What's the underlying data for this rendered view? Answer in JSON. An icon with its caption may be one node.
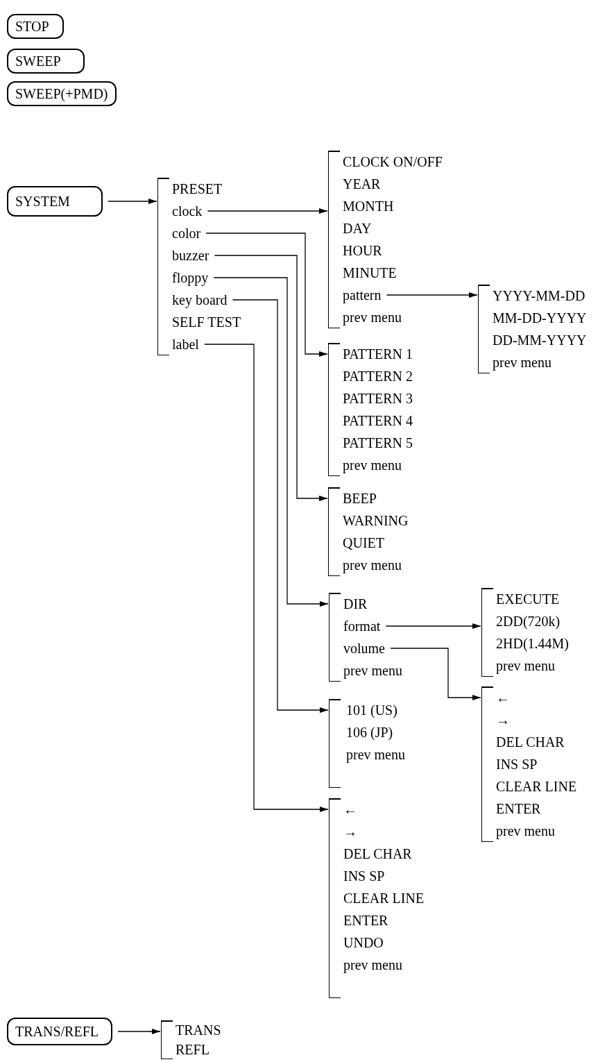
{
  "diagram": {
    "nodes": [
      {
        "text": [
          "STOP"
        ]
      },
      {
        "text": [
          "SWEEP"
        ]
      },
      {
        "text": [
          "SWEEP(+PMD)"
        ]
      },
      {
        "text": [
          "SYSTEM"
        ]
      },
      {
        "text": [],
        "shape": "bracket"
      },
      {
        "text": [
          "PRESET"
        ],
        "in": 4
      },
      {
        "text": [
          "clock"
        ],
        "in": 4
      },
      {
        "text": [
          "color"
        ],
        "in": 4
      },
      {
        "text": [
          "buzzer"
        ],
        "in": 4
      },
      {
        "text": [
          "floppy"
        ],
        "in": 4
      },
      {
        "text": [
          "key board"
        ],
        "in": 4
      },
      {
        "text": [
          "SELF TEST"
        ],
        "in": 4
      },
      {
        "text": [
          "label"
        ],
        "in": 4
      },
      {
        "text": [],
        "shape": "bracket"
      },
      {
        "text": [
          "CLOCK ON/OFF"
        ],
        "in": 13
      },
      {
        "text": [
          "YEAR"
        ],
        "in": 13
      },
      {
        "text": [
          "MONTH"
        ],
        "in": 13
      },
      {
        "text": [
          "DAY"
        ],
        "in": 13
      },
      {
        "text": [
          "HOUR"
        ],
        "in": 13
      },
      {
        "text": [
          "MINUTE"
        ],
        "in": 13
      },
      {
        "text": [
          "pattern"
        ],
        "in": 13
      },
      {
        "text": [
          "prev menu"
        ],
        "in": 13
      },
      {
        "text": [],
        "shape": "bracket"
      },
      {
        "text": [
          "YYYY-MM-DD"
        ],
        "in": 22
      },
      {
        "text": [
          "MM-DD-YYYY"
        ],
        "in": 22
      },
      {
        "text": [
          "DD-MM-YYYY"
        ],
        "in": 22
      },
      {
        "text": [
          "prev menu"
        ],
        "in": 22
      },
      {
        "text": [],
        "shape": "bracket"
      },
      {
        "text": [
          "PATTERN 1"
        ],
        "in": 27
      },
      {
        "text": [
          "PATTERN 2"
        ],
        "in": 27
      },
      {
        "text": [
          "PATTERN 3"
        ],
        "in": 27
      },
      {
        "text": [
          "PATTERN 4"
        ],
        "in": 27
      },
      {
        "text": [
          "PATTERN 5"
        ],
        "in": 27
      },
      {
        "text": [
          "prev menu"
        ],
        "in": 27
      },
      {
        "text": [],
        "shape": "bracket"
      },
      {
        "text": [
          "BEEP"
        ],
        "in": 34
      },
      {
        "text": [
          "WARNING"
        ],
        "in": 34
      },
      {
        "text": [
          "QUIET"
        ],
        "in": 34
      },
      {
        "text": [
          "prev menu"
        ],
        "in": 34
      },
      {
        "text": [],
        "shape": "bracket"
      },
      {
        "text": [
          "DIR"
        ],
        "in": 39
      },
      {
        "text": [
          "format"
        ],
        "in": 39
      },
      {
        "text": [
          "volume"
        ],
        "in": 39
      },
      {
        "text": [
          "prev menu"
        ],
        "in": 39
      },
      {
        "text": [],
        "shape": "bracket"
      },
      {
        "text": [
          "EXECUTE"
        ],
        "in": 44
      },
      {
        "text": [
          "2DD(720k)"
        ],
        "in": 44
      },
      {
        "text": [
          "2HD(1.44M)"
        ],
        "in": 44
      },
      {
        "text": [
          "prev menu"
        ],
        "in": 44
      },
      {
        "text": [],
        "shape": "bracket"
      },
      {
        "text": [
          "←"
        ],
        "in": 49
      },
      {
        "text": [
          "→"
        ],
        "in": 49
      },
      {
        "text": [
          "DEL CHAR"
        ],
        "in": 49
      },
      {
        "text": [
          "INS SP"
        ],
        "in": 49
      },
      {
        "text": [
          "CLEAR LINE"
        ],
        "in": 49
      },
      {
        "text": [
          "ENTER"
        ],
        "in": 49
      },
      {
        "text": [
          "prev menu"
        ],
        "in": 49
      },
      {
        "text": [],
        "shape": "bracket"
      },
      {
        "text": [
          "101 (US)"
        ],
        "in": 57
      },
      {
        "text": [
          "106 (JP)"
        ],
        "in": 57
      },
      {
        "text": [
          "prev menu"
        ],
        "in": 57
      },
      {
        "text": [],
        "shape": "bracket"
      },
      {
        "text": [
          "←"
        ],
        "in": 61
      },
      {
        "text": [
          "→"
        ],
        "in": 61
      },
      {
        "text": [
          "DEL CHAR"
        ],
        "in": 61
      },
      {
        "text": [
          "INS SP"
        ],
        "in": 61
      },
      {
        "text": [
          "CLEAR LINE"
        ],
        "in": 61
      },
      {
        "text": [
          "ENTER"
        ],
        "in": 61
      },
      {
        "text": [
          "UNDO"
        ],
        "in": 61
      },
      {
        "text": [
          "prev menu"
        ],
        "in": 61
      },
      {
        "text": [
          "TRANS/REFL"
        ]
      },
      {
        "text": [],
        "shape": "bracket"
      },
      {
        "text": [
          "TRANS"
        ],
        "in": 71
      },
      {
        "text": [
          "REFL"
        ],
        "in": 71
      }
    ],
    "edges": [
      {
        "from": 3,
        "to": 4,
        "arrow": "to"
      },
      {
        "from": 6,
        "to": 13,
        "arrow": "to"
      },
      {
        "from": 20,
        "to": 22,
        "arrow": "to"
      },
      {
        "from": 7,
        "to": 27,
        "arrow": "to"
      },
      {
        "from": 8,
        "to": 34,
        "arrow": "to"
      },
      {
        "from": 9,
        "to": 39,
        "arrow": "to"
      },
      {
        "from": 41,
        "to": 44,
        "arrow": "to"
      },
      {
        "from": 42,
        "to": 49,
        "arrow": "to"
      },
      {
        "from": 10,
        "to": 57,
        "arrow": "to"
      },
      {
        "from": 12,
        "to": 61,
        "arrow": "to"
      },
      {
        "from": 70,
        "to": 71,
        "arrow": "to"
      }
    ]
  }
}
